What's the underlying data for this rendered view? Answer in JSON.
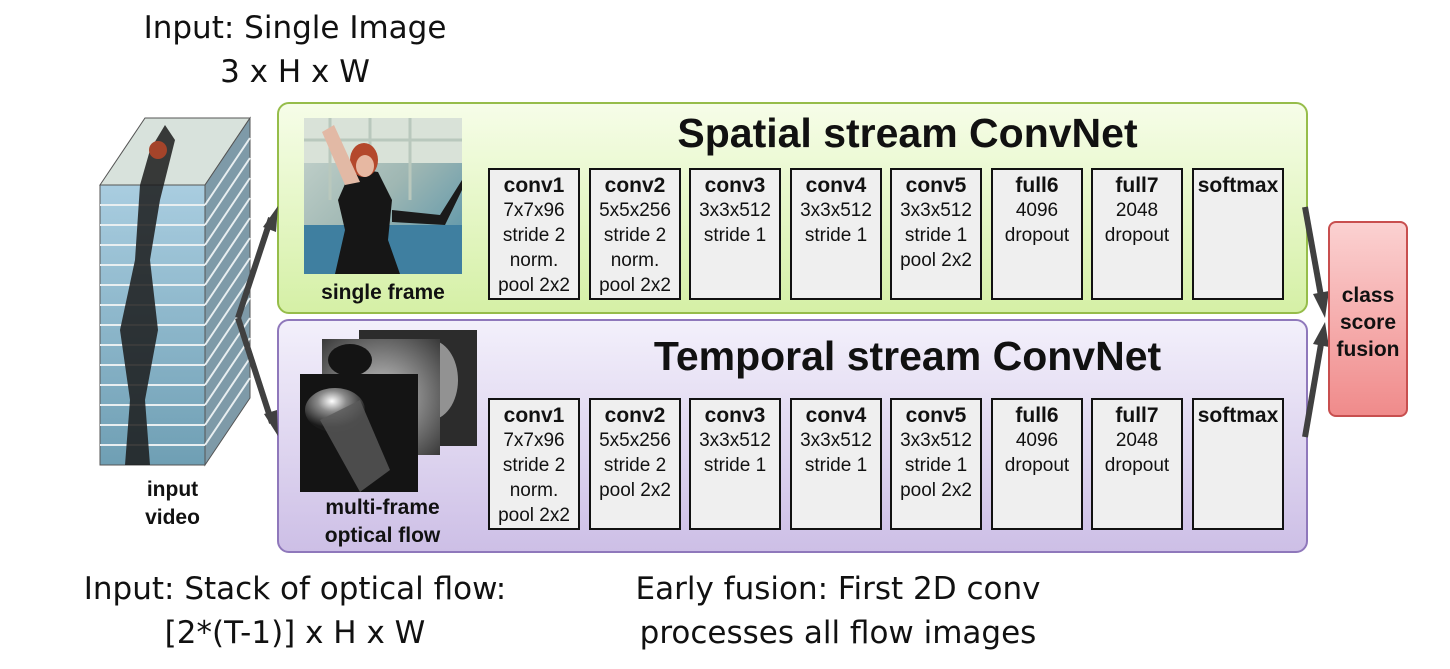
{
  "top_caption": {
    "line1": "Input: Single Image",
    "line2": "3 x H x W"
  },
  "bottom_left_caption": {
    "line1": "Input: Stack of optical flow:",
    "line2": "[2*(T-1)] x H x W"
  },
  "bottom_center_caption": {
    "line1": "Early fusion: First 2D conv",
    "line2": "processes all flow images"
  },
  "input_video": {
    "line1": "input",
    "line2": "video"
  },
  "spatial": {
    "title": "Spatial stream ConvNet",
    "frame_label": "single frame",
    "layers": [
      {
        "name": "conv1",
        "l1": "7x7x96",
        "l2": "stride 2",
        "l3": "norm.",
        "l4": "pool 2x2"
      },
      {
        "name": "conv2",
        "l1": "5x5x256",
        "l2": "stride 2",
        "l3": "norm.",
        "l4": "pool 2x2"
      },
      {
        "name": "conv3",
        "l1": "3x3x512",
        "l2": "stride 1",
        "l3": "",
        "l4": ""
      },
      {
        "name": "conv4",
        "l1": "3x3x512",
        "l2": "stride 1",
        "l3": "",
        "l4": ""
      },
      {
        "name": "conv5",
        "l1": "3x3x512",
        "l2": "stride 1",
        "l3": "pool 2x2",
        "l4": ""
      },
      {
        "name": "full6",
        "l1": "4096",
        "l2": "dropout",
        "l3": "",
        "l4": ""
      },
      {
        "name": "full7",
        "l1": "2048",
        "l2": "dropout",
        "l3": "",
        "l4": ""
      },
      {
        "name": "softmax",
        "l1": "",
        "l2": "",
        "l3": "",
        "l4": ""
      }
    ]
  },
  "temporal": {
    "title": "Temporal stream ConvNet",
    "frame_label_1": "multi-frame",
    "frame_label_2": "optical flow",
    "layers": [
      {
        "name": "conv1",
        "l1": "7x7x96",
        "l2": "stride 2",
        "l3": "norm.",
        "l4": "pool 2x2"
      },
      {
        "name": "conv2",
        "l1": "5x5x256",
        "l2": "stride 2",
        "l3": "pool 2x2",
        "l4": ""
      },
      {
        "name": "conv3",
        "l1": "3x3x512",
        "l2": "stride 1",
        "l3": "",
        "l4": ""
      },
      {
        "name": "conv4",
        "l1": "3x3x512",
        "l2": "stride 1",
        "l3": "",
        "l4": ""
      },
      {
        "name": "conv5",
        "l1": "3x3x512",
        "l2": "stride 1",
        "l3": "pool 2x2",
        "l4": ""
      },
      {
        "name": "full6",
        "l1": "4096",
        "l2": "dropout",
        "l3": "",
        "l4": ""
      },
      {
        "name": "full7",
        "l1": "2048",
        "l2": "dropout",
        "l3": "",
        "l4": ""
      },
      {
        "name": "softmax",
        "l1": "",
        "l2": "",
        "l3": "",
        "l4": ""
      }
    ]
  },
  "fusion": {
    "line1": "class",
    "line2": "score",
    "line3": "fusion"
  },
  "colors": {
    "spatial_border": "#96bd4a",
    "temporal_border": "#8f78bb",
    "fusion_fill": "#f08b8b",
    "arrow": "#404040"
  }
}
